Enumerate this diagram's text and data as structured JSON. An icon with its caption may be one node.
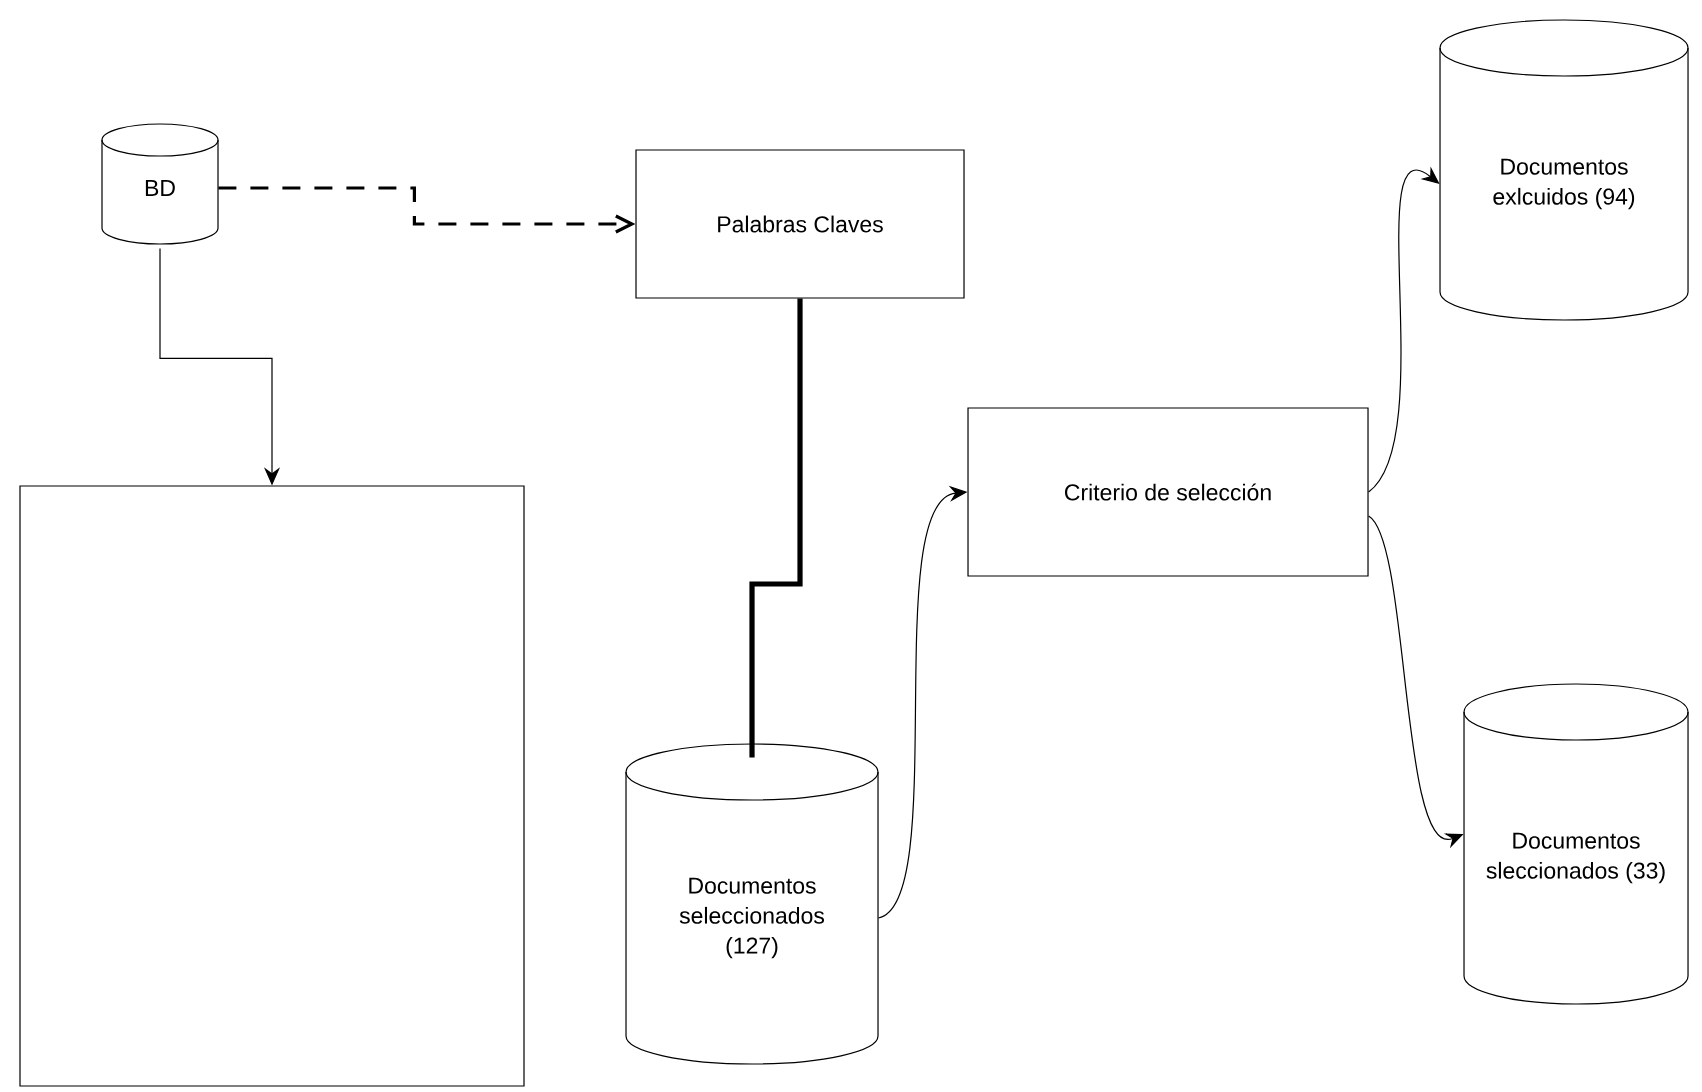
{
  "diagram": {
    "nodes": [
      {
        "text": [
          "BD"
        ]
      },
      {
        "text": [
          "Palabras Claves"
        ]
      },
      {
        "text": [],
        "shape": "box"
      },
      {
        "text": [
          "Documentos seleccionados (127)"
        ]
      },
      {
        "text": [
          "Criterio de selección"
        ]
      },
      {
        "text": [
          "Documentos exlcuidos (94)"
        ]
      },
      {
        "text": [
          "Documentos sleccionados (33)"
        ]
      }
    ],
    "edges": [
      {
        "from": 0,
        "to": 1,
        "arrow": "to",
        "style": "dashed"
      },
      {
        "from": 0,
        "to": 2,
        "arrow": "to"
      },
      {
        "from": 1,
        "to": 3,
        "arrow": "none",
        "style": "thick"
      },
      {
        "from": 3,
        "to": 4,
        "arrow": "to"
      },
      {
        "from": 4,
        "to": 5,
        "arrow": "to"
      },
      {
        "from": 4,
        "to": 6,
        "arrow": "to"
      }
    ]
  }
}
